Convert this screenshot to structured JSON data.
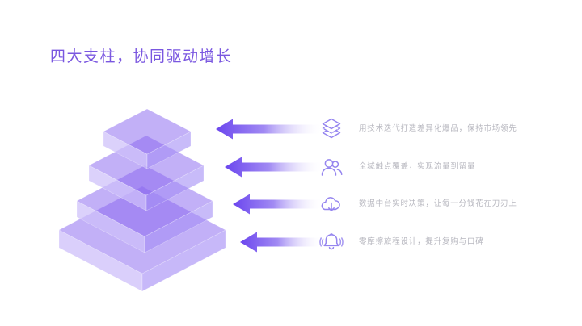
{
  "slide": {
    "title": "四大支柱，协同驱动增长"
  },
  "pillars": [
    {
      "icon": "layers-icon",
      "text": "用技术迭代打造差异化爆品，保持市场领先"
    },
    {
      "icon": "users-icon",
      "text": "全域触点覆盖，实现流量到留量"
    },
    {
      "icon": "cloud-download-icon",
      "text": "数据中台实时决策，让每一分钱花在刀刃上"
    },
    {
      "icon": "bell-icon",
      "text": "零摩擦旅程设计，提升复购与口碑"
    }
  ],
  "pyramid": {
    "layer_count": 4,
    "style": "isometric translucent stacked slabs"
  },
  "colors": {
    "title_purple": "#7a57e0",
    "arrow_gradient_start": "#6b46ee",
    "arrow_gradient_end": "#ffffff",
    "pyramid_top_face": "#8b68f0",
    "pyramid_left_face": "#cdbffa",
    "pyramid_right_face": "#a48df5",
    "icon_stroke": "#9585ef",
    "text_gray": "#b7b7bf",
    "background": "#ffffff"
  }
}
